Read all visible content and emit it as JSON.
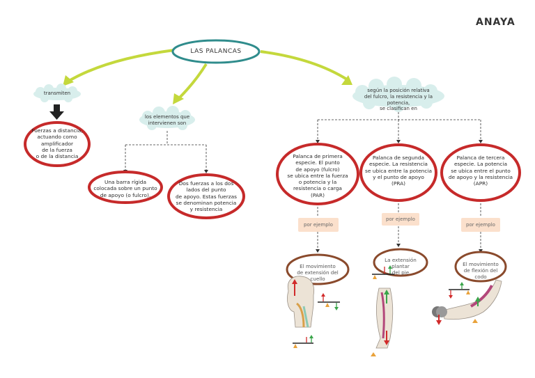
{
  "brand": "ANAYA",
  "title": "LAS PALANCAS",
  "transmiten": {
    "label": "transmiten",
    "result": [
      "Fuerzas a distancia,",
      "actuando como",
      "amplificador",
      "de la fuerza",
      "o de la distancia"
    ]
  },
  "elementos": {
    "label": [
      "los elementos que",
      "intervienen son"
    ],
    "barra": [
      "Una barra rígida",
      "colocada sobre un punto",
      "de apoyo (o fulcro)."
    ],
    "fuerzas": [
      "Dos fuerzas a los dos",
      "lados del punto",
      "de apoyo. Estas fuerzas",
      "se denominan potencia",
      "y resistencia"
    ]
  },
  "clasificacion": {
    "label": [
      "según la posición relativa",
      "del fulcro, la resistencia y la potencia,",
      "se clasifican en"
    ],
    "types": [
      {
        "text": [
          "Palanca de primera",
          "especie. El punto",
          "de apoyo (fulcro)",
          "se ubica entre la fuerza",
          "o potencia y la",
          "resistencia o carga",
          "(PAR)"
        ],
        "ejemplo": "por ejemplo",
        "example": [
          "El movimiento",
          "de extensión del cuello"
        ]
      },
      {
        "text": [
          "Palanca de segunda",
          "especie. La resistencia",
          "se ubica entre la potencia",
          "y el punto de apoyo",
          "(PRA)"
        ],
        "ejemplo": "por ejemplo",
        "example": [
          "La extensión plantar",
          "del pie"
        ]
      },
      {
        "text": [
          "Palanca de tercera",
          "especie. La potencia",
          "se ubica entre el punto",
          "de apoyo y la resistencia",
          "(APR)"
        ],
        "ejemplo": "por ejemplo",
        "example": [
          "El movimiento",
          "de flexión del codo"
        ]
      }
    ]
  },
  "colors": {
    "oval_red": "#c62a2a",
    "title_teal": "#2f8c8c",
    "arrow_green": "#b9cf3a",
    "cloud": "#d8eeec",
    "tag": "#fbe0cc"
  }
}
